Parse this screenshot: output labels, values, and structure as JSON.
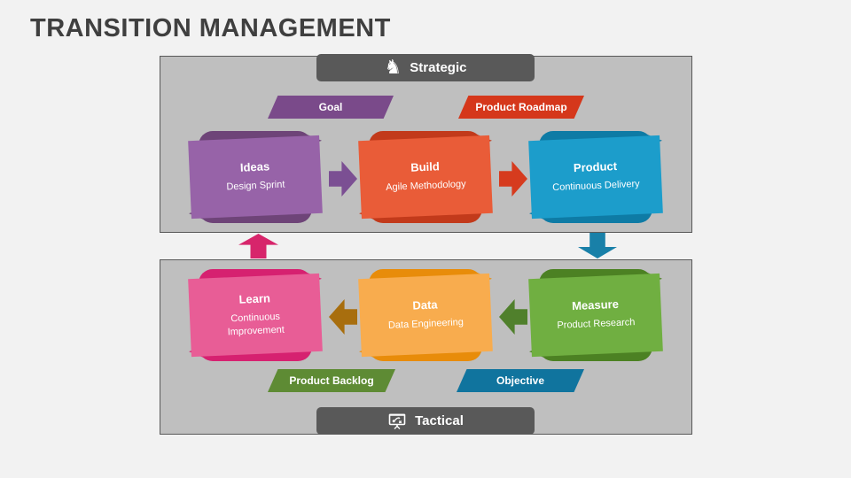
{
  "page": {
    "title": "TRANSITION MANAGEMENT"
  },
  "strategic_section": {
    "header_label": "Strategic",
    "header_icon": "chess-knight",
    "header_icon_glyph": "♞",
    "header_color": "#595959",
    "tags": [
      {
        "label": "Goal",
        "color": "#7a4a8a"
      },
      {
        "label": "Product Roadmap",
        "color": "#d5371b"
      }
    ],
    "steps": [
      {
        "title": "Ideas",
        "subtitle": "Design Sprint",
        "front_color": "#9763a8",
        "back_color": "#6e4478"
      },
      {
        "title": "Build",
        "subtitle": "Agile Methodology",
        "front_color": "#e95c38",
        "back_color": "#c23a1b"
      },
      {
        "title": "Product",
        "subtitle": "Continuous Delivery",
        "front_color": "#1c9dcb",
        "back_color": "#0e7ba5"
      }
    ],
    "arrows": [
      {
        "name": "ideas-to-build",
        "color": "#7b4f93"
      },
      {
        "name": "build-to-product",
        "color": "#d63b1e"
      }
    ]
  },
  "tactical_section": {
    "header_label": "Tactical",
    "header_icon": "strategy-board",
    "header_color": "#595959",
    "tags": [
      {
        "label": "Product Backlog",
        "color": "#5e8b34"
      },
      {
        "label": "Objective",
        "color": "#10749e"
      }
    ],
    "steps": [
      {
        "title": "Learn",
        "subtitle": "Continuous Improvement",
        "front_color": "#e85d96",
        "back_color": "#d62170"
      },
      {
        "title": "Data",
        "subtitle": "Data Engineering",
        "front_color": "#f8ac4e",
        "back_color": "#e88c0a"
      },
      {
        "title": "Measure",
        "subtitle": "Product Research",
        "front_color": "#70af41",
        "back_color": "#4c8123"
      }
    ],
    "arrows": [
      {
        "name": "data-to-learn",
        "color": "#a86e0e"
      },
      {
        "name": "measure-to-data",
        "color": "#50802c"
      }
    ]
  },
  "connectors": {
    "learn_to_ideas_color": "#d7256b",
    "product_to_measure_color": "#1980a8"
  },
  "theme": {
    "background": "#f2f2f2",
    "panel_fill": "#bfbfbf",
    "panel_border": "#595959",
    "title_color": "#3f3f3f"
  }
}
